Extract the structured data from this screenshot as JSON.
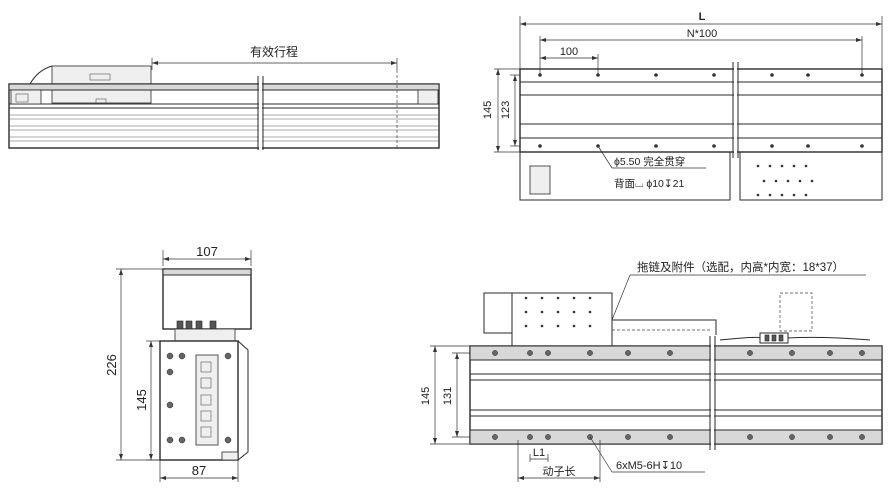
{
  "labels": {
    "effective_stroke": "有效行程",
    "L": "L",
    "N100": "N*100",
    "d100": "100",
    "d145_top": "145",
    "d123": "123",
    "hole_note_1": "ϕ5.50 完全贯穿",
    "hole_note_2": "背面⌴ ϕ10↧21",
    "d107": "107",
    "d226": "226",
    "d145_side": "145",
    "d87": "87",
    "cable_note": "拖链及附件（选配，内高*内宽：18*37）",
    "d145_bottom": "145",
    "d131": "131",
    "L1": "L1",
    "mover_length": "动子长",
    "thread_note": "6xM5-6H↧10"
  }
}
